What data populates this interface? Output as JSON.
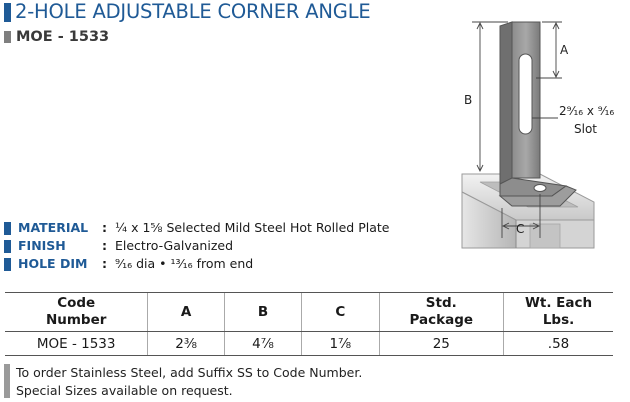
{
  "header": {
    "title": "2-HOLE ADJUSTABLE CORNER ANGLE",
    "part": "MOE - 1533"
  },
  "diagram": {
    "label_a": "A",
    "label_b": "B",
    "label_c": "C",
    "slot_size": "2⁹⁄₁₆ x ⁹⁄₁₆",
    "slot_label": "Slot"
  },
  "specs": [
    {
      "label": "MATERIAL",
      "colon": ":",
      "value": "¼ x 1⅝  Selected Mild Steel Hot Rolled Plate"
    },
    {
      "label": "FINISH",
      "colon": ":",
      "value": "Electro-Galvanized"
    },
    {
      "label": "HOLE DIM",
      "colon": ":",
      "value": "⁹⁄₁₆ dia  •  ¹³⁄₁₆ from end"
    }
  ],
  "table": {
    "headers": [
      "Code Number",
      "A",
      "B",
      "C",
      "Std. Package",
      "Wt. Each Lbs."
    ],
    "rows": [
      [
        "MOE - 1533",
        "2⅜",
        "4⅞",
        "1⅞",
        "25",
        ".58"
      ]
    ]
  },
  "notes": [
    "To order Stainless Steel, add Suffix SS to Code Number.",
    "Special Sizes available on request."
  ],
  "colors": {
    "brand_blue": "#1f5a96",
    "gray_bar": "#7f7f7f"
  }
}
